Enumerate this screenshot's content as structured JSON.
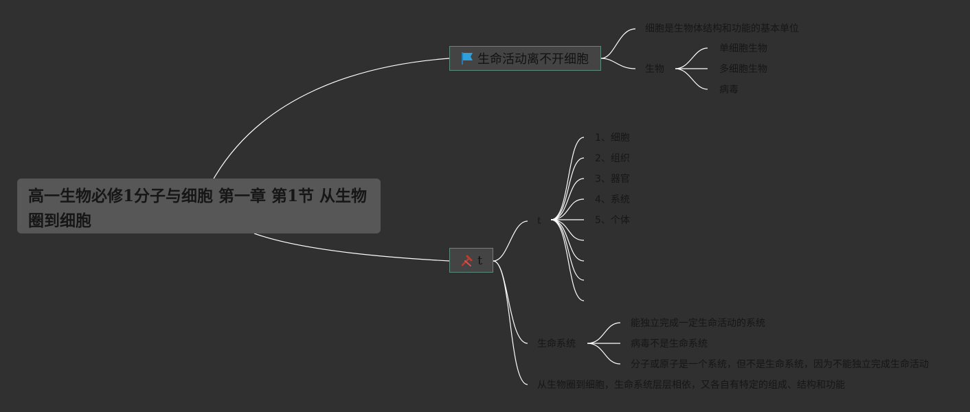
{
  "root": {
    "title": "高一生物必修1分子与细胞 第一章 第1节 从生物圈到细胞"
  },
  "branch1": {
    "label": "生命活动离不开细胞",
    "icon": "blue-flag-icon",
    "children": {
      "basic_unit": "细胞是生物体结构和功能的基本单位",
      "organisms": {
        "label": "生物",
        "items": [
          "单细胞生物",
          "多细胞生物",
          "病毒"
        ]
      }
    }
  },
  "branch2": {
    "label": "t",
    "icon": "red-tools-icon",
    "levels": {
      "label": "t",
      "items": [
        "1、细胞",
        "2、组织",
        "3、器官",
        "4、系统",
        "5、个体"
      ]
    },
    "life_system": {
      "label": "生命系统",
      "items": [
        "能独立完成一定生命活动的系统",
        "病毒不是生命系统",
        "分子或原子是一个系统，但不是生命系统，因为不能独立完成生命活动"
      ]
    },
    "summary": "从生物圈到细胞，生命系统层层相依，又各自有特定的组成、结构和功能"
  },
  "colors": {
    "background": "#303030",
    "line": "#ffffff",
    "root_fill": "#575757",
    "branch_fill": "#444444",
    "branch_border": "#5d8b80",
    "text": "#161616"
  }
}
